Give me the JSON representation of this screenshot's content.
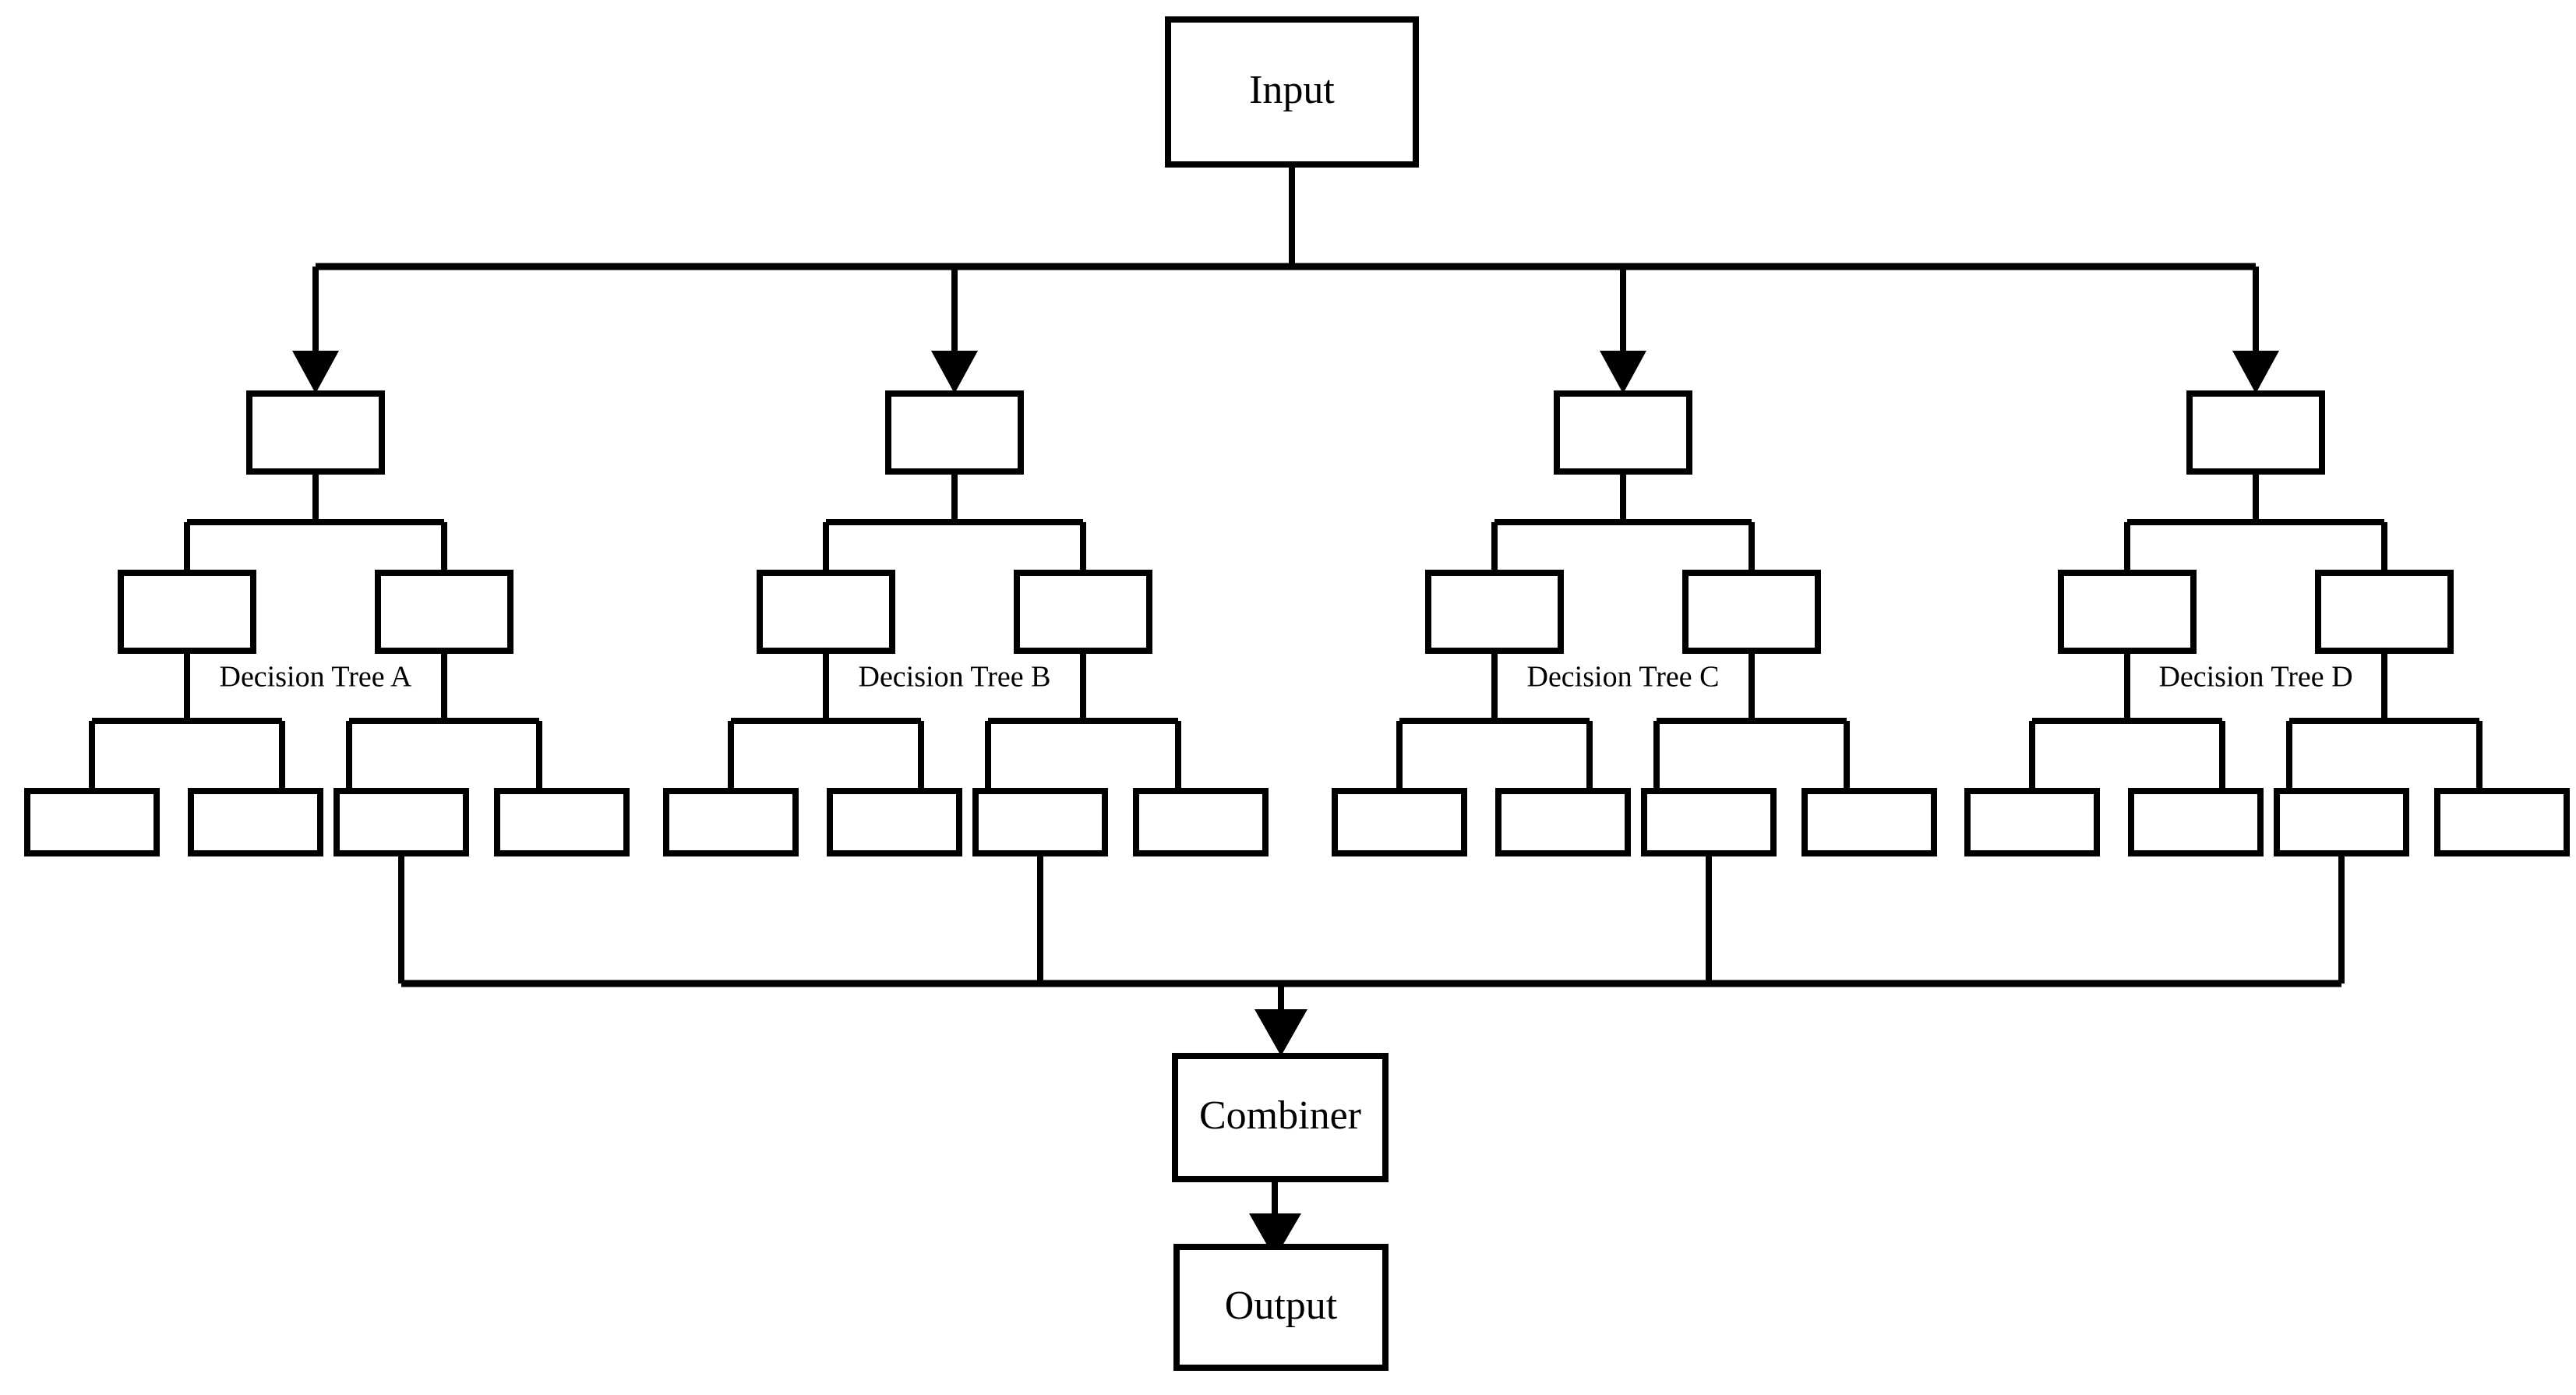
{
  "diagram": {
    "title_nodes": {
      "input": "Input",
      "combiner": "Combiner",
      "output": "Output"
    },
    "tree_labels": [
      "Decision Tree A",
      "Decision Tree B",
      "Decision Tree C",
      "Decision Tree D"
    ],
    "colors": {
      "stroke": "#000000",
      "fill": "#ffffff",
      "background": "#ffffff"
    },
    "structure": {
      "ensemble_type": "random-forest",
      "tree_count": 4,
      "tree_depth_levels": 3,
      "nodes_per_tree": 7,
      "leaves_per_tree": 4,
      "root_label": "Input",
      "aggregator_label": "Combiner",
      "terminal_label": "Output"
    },
    "flow": {
      "input_to_trees": "Input fans out to 4 decision tree roots",
      "trees_to_combiner": "4 decision trees feed into Combiner",
      "combiner_to_output": "Combiner feeds Output"
    }
  }
}
